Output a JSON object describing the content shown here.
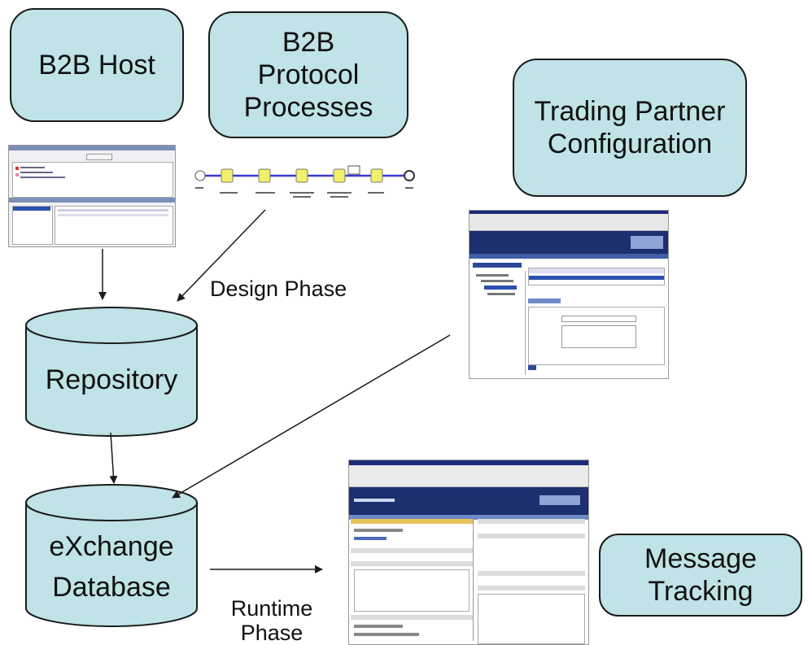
{
  "boxes": {
    "b2b_host": "B2B Host",
    "b2b_protocol_l1": "B2B",
    "b2b_protocol_l2": "Protocol",
    "b2b_protocol_l3": "Processes",
    "trading_partner_l1": "Trading Partner",
    "trading_partner_l2": "Configuration",
    "message_tracking_l1": "Message",
    "message_tracking_l2": "Tracking"
  },
  "cylinders": {
    "repository": "Repository",
    "exchange_l1": "eXchange",
    "exchange_l2": "Database"
  },
  "phases": {
    "design": "Design Phase",
    "runtime_l1": "Runtime",
    "runtime_l2": "Phase"
  },
  "colors": {
    "box_fill": "#bfe3e6",
    "outline": "#1a1a1a",
    "arrow": "#1a1a1a"
  }
}
